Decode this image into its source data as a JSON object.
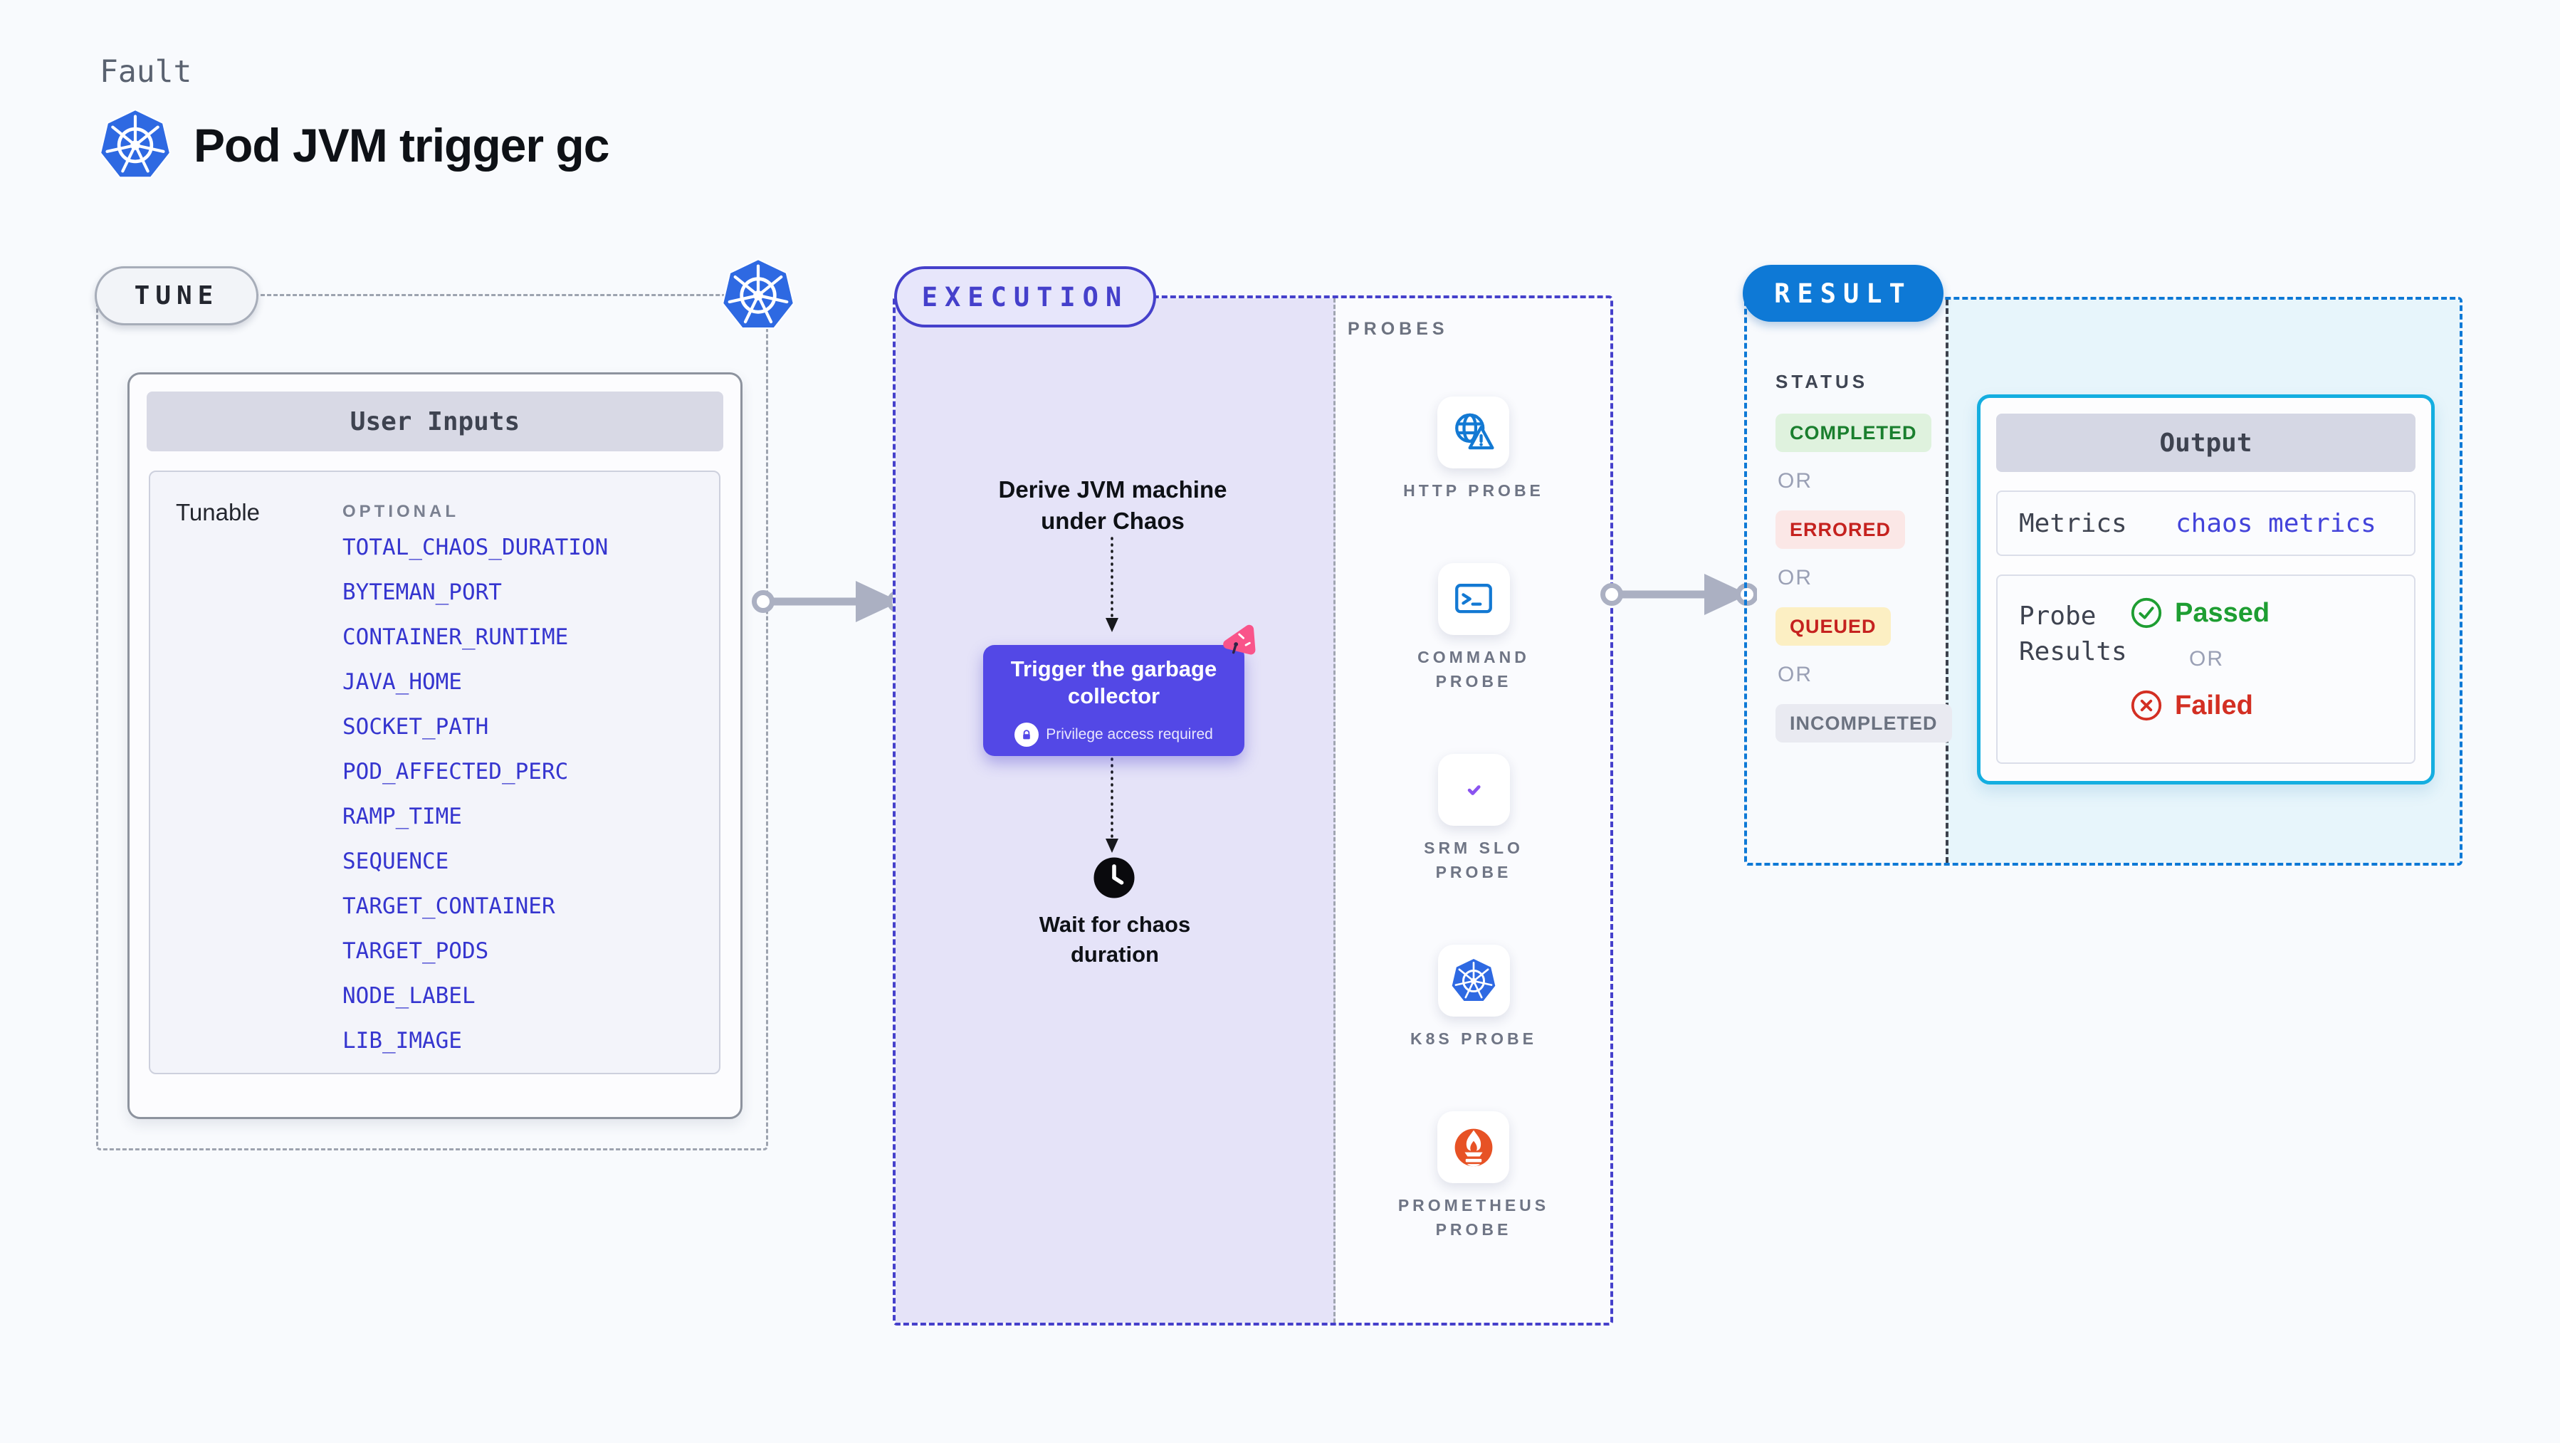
{
  "header": {
    "kicker": "Fault",
    "title": "Pod JVM trigger gc"
  },
  "tune": {
    "badge": "TUNE",
    "card_title": "User Inputs",
    "row_label": "Tunable",
    "group_label": "OPTIONAL",
    "params": [
      "TOTAL_CHAOS_DURATION",
      "BYTEMAN_PORT",
      "CONTAINER_RUNTIME",
      "JAVA_HOME",
      "SOCKET_PATH",
      "POD_AFFECTED_PERC",
      "RAMP_TIME",
      "SEQUENCE",
      "TARGET_CONTAINER",
      "TARGET_PODS",
      "NODE_LABEL",
      "LIB_IMAGE"
    ]
  },
  "execution": {
    "badge": "EXECUTION",
    "derive_text": "Derive JVM machine\nunder Chaos",
    "trigger_title": "Trigger the garbage\ncollector",
    "trigger_note": "Privilege access required",
    "wait_text": "Wait for chaos\nduration"
  },
  "probes": {
    "label": "PROBES",
    "items": [
      {
        "label": "HTTP PROBE",
        "icon": "globe-alert"
      },
      {
        "label": "COMMAND\nPROBE",
        "icon": "terminal"
      },
      {
        "label": "SRM SLO\nPROBE",
        "icon": "slo-pie"
      },
      {
        "label": "K8S PROBE",
        "icon": "kubernetes"
      },
      {
        "label": "PROMETHEUS\nPROBE",
        "icon": "prometheus"
      }
    ]
  },
  "result": {
    "badge": "RESULT",
    "status_label": "STATUS",
    "or_label": "OR",
    "statuses": [
      {
        "label": "COMPLETED",
        "bg": "#DFF2DE",
        "color": "#1A7F2E"
      },
      {
        "label": "ERRORED",
        "bg": "#FBE7E6",
        "color": "#C5221F"
      },
      {
        "label": "QUEUED",
        "bg": "#FCEFC3",
        "color": "#C5221F"
      },
      {
        "label": "INCOMPLETED",
        "bg": "#E9EAF1",
        "color": "#6B7280"
      }
    ],
    "output": {
      "title": "Output",
      "metrics_label": "Metrics",
      "metrics_value": "chaos metrics",
      "probe_results_label": "Probe\nResults",
      "passed_label": "Passed",
      "or_label": "OR",
      "failed_label": "Failed"
    }
  },
  "colors": {
    "page_bg": "#F8FAFD",
    "tune_dash": "#9DA3AF",
    "execution_accent": "#4540CB",
    "execution_bg": "#E5E3F8",
    "trigger_node_bg": "#5348E6",
    "result_accent": "#0E79D6",
    "result_panel_bg": "#E7F5FB",
    "output_border": "#14AEE0",
    "param_link": "#3535CF",
    "arrow_gray": "#ABB0C2",
    "kubernetes_blue": "#2E69E2",
    "probe_icon_blue": "#1379D3",
    "slo_purple": "#7C3BEA",
    "prometheus_orange": "#E75225",
    "chaos_pink": "#F9548A",
    "passed_green": "#1E9E32",
    "failed_red": "#D32F23"
  }
}
